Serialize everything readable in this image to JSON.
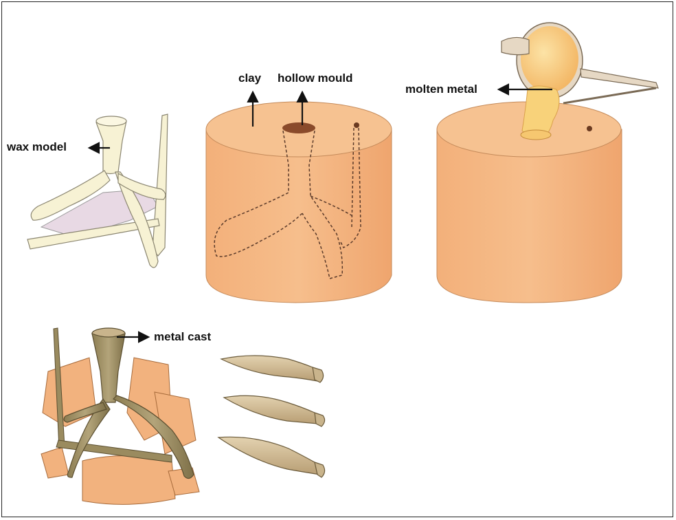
{
  "labels": {
    "wax_model": "wax model",
    "clay": "clay",
    "hollow_mould": "hollow mould",
    "molten_metal": "molten metal",
    "metal_cast": "metal cast"
  },
  "colors": {
    "clay": "#F2B27E",
    "clay_top": "#F6C291",
    "wax": "#F7F2D4",
    "molten": "#F8D27A",
    "bronze": "#9A8B5F",
    "spearhead": "#C9B48C"
  }
}
